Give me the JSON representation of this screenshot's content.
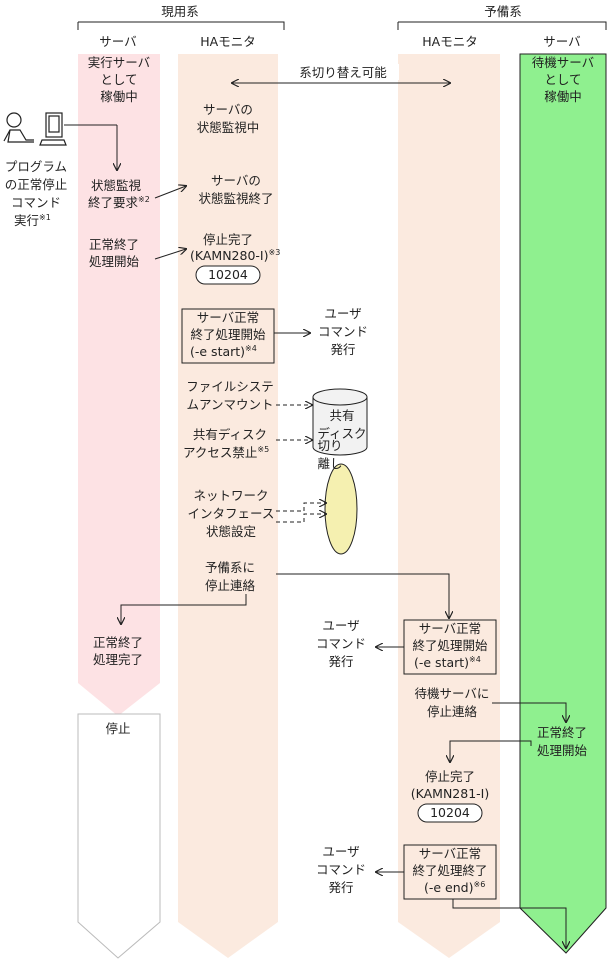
{
  "groups": {
    "active": "現用系",
    "standby": "予備系"
  },
  "columns": {
    "active_server": "サーバ",
    "active_ha": "HAモニタ",
    "standby_ha": "HAモニタ",
    "standby_server": "サーバ"
  },
  "active_server": {
    "status": [
      "実行サーバ",
      "として",
      "稼働中"
    ],
    "stop_request": [
      "状態監視",
      "終了要求"
    ],
    "stop_request_note": "※2",
    "normal_end_start": [
      "正常終了",
      "処理開始"
    ],
    "normal_end_done": [
      "正常終了",
      "処理完了"
    ],
    "stopped": "停止"
  },
  "program": {
    "icon": "user-at-computer-icon",
    "lines": [
      "プログラム",
      "の正常停止",
      "コマンド",
      "実行"
    ],
    "note": "※1"
  },
  "active_ha": {
    "switchover": "系切り替え可能",
    "monitoring": [
      "サーバの",
      "状態監視中"
    ],
    "monitoring_end": [
      "サーバの",
      "状態監視終了"
    ],
    "stop_complete": "停止完了",
    "message_id": "(KAMN280-I)",
    "message_note": "※3",
    "message_code": "10204",
    "user_cmd_box": [
      "サーバ正常",
      "終了処理開始",
      "(-e start)"
    ],
    "user_cmd_note": "※4",
    "user_cmd": [
      "ユーザ",
      "コマンド",
      "発行"
    ],
    "fs_unmount": [
      "ファイルシステ",
      "ムアンマウント"
    ],
    "disk_block": [
      "共有ディスク",
      "アクセス禁止"
    ],
    "disk_block_note": "※5",
    "nic_setting": [
      "ネットワーク",
      "インタフェース",
      "状態設定"
    ],
    "notify_standby": [
      "予備系に",
      "停止連絡"
    ]
  },
  "shared_disk": [
    "共有",
    "ディスク"
  ],
  "disconnect": [
    "切り",
    "離し"
  ],
  "standby_ha": {
    "user_cmd": [
      "ユーザ",
      "コマンド",
      "発行"
    ],
    "start_box": [
      "サーバ正常",
      "終了処理開始",
      "(-e start)"
    ],
    "start_note": "※4",
    "notify_server": [
      "待機サーバに",
      "停止連絡"
    ],
    "stop_complete": "停止完了",
    "message_id": "(KAMN281-I)",
    "message_code": "10204",
    "user_cmd2": [
      "ユーザ",
      "コマンド",
      "発行"
    ],
    "end_box": [
      "サーバ正常",
      "終了処理終了",
      "(-e end)"
    ],
    "end_note": "※6"
  },
  "standby_server": {
    "status": [
      "待機サーバ",
      "として",
      "稼働中"
    ],
    "normal_end_start": [
      "正常終了",
      "処理開始"
    ]
  },
  "colors": {
    "active_server": "#fde2e4",
    "ha_monitor": "#fbeadf",
    "standby_server": "#8ff08f",
    "stopped": "#ffffff",
    "disk": "#f2f2f2",
    "disconnect": "#f5f0b0",
    "line": "#222222"
  }
}
